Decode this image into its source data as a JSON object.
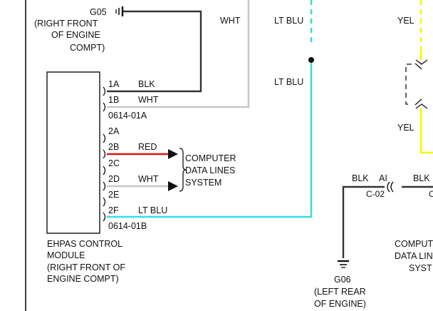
{
  "ground_g05": {
    "label": "G05",
    "location": [
      "(RIGHT FRONT",
      "OF ENGINE",
      "COMPT)"
    ]
  },
  "wire_labels": {
    "wht_top": "WHT",
    "lt_blu_top": "LT BLU",
    "lt_blu_mid": "LT BLU",
    "yel_top": "YEL",
    "yel_bottom": "YEL"
  },
  "connector_a": {
    "id": "0614-01A",
    "pins": [
      {
        "pin": "1A",
        "color": "BLK"
      },
      {
        "pin": "1B",
        "color": "WHT"
      }
    ]
  },
  "connector_b": {
    "id": "0614-01B",
    "pins": [
      {
        "pin": "2A",
        "color": ""
      },
      {
        "pin": "2B",
        "color": "RED"
      },
      {
        "pin": "2C",
        "color": ""
      },
      {
        "pin": "2D",
        "color": "WHT"
      },
      {
        "pin": "2E",
        "color": ""
      },
      {
        "pin": "2F",
        "color": "LT BLU"
      }
    ]
  },
  "computer_data_lines": [
    "COMPUTER",
    "DATA LINES",
    "SYSTEM"
  ],
  "module": [
    "EHPAS CONTROL",
    "MODULE",
    "(RIGHT FRONT OF",
    "ENGINE COMPT)"
  ],
  "right_connector": {
    "left_color": "BLK",
    "left_pin": "AI",
    "id": "C-02",
    "right_color": "BLK",
    "right_partial": "C"
  },
  "computer_partial": [
    "COMPUT",
    "DATA LIN",
    "SYST"
  ],
  "ground_g06": {
    "label": "G06",
    "location": [
      "(LEFT REAR",
      "OF ENGINE)"
    ]
  },
  "colors": {
    "wire_black": "#333333",
    "wire_white": "#c8c8c8",
    "wire_red": "#e01010",
    "wire_lt_blue": "#33dde8",
    "wire_yellow": "#f5f500"
  }
}
